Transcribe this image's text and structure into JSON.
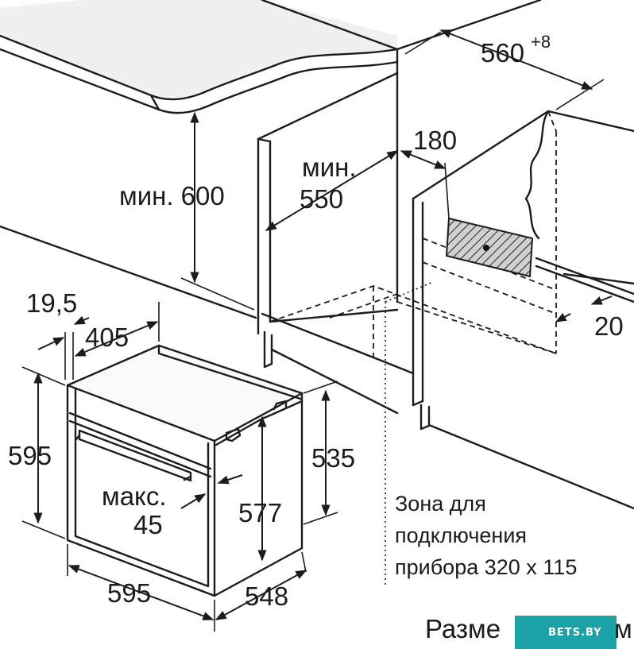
{
  "dimensions": {
    "niche_width": "560",
    "niche_width_tolerance": "+8",
    "min_height_label": "мин. 600",
    "min_depth_word": "мин.",
    "min_depth_value": "550",
    "vent_offset": "180",
    "side_gap": "20",
    "front_offset": "19,5",
    "door_open": "405",
    "oven_height": "595",
    "inner_height_front": "535",
    "inner_height_body": "577",
    "max_handle_word": "макс.",
    "max_handle_value": "45",
    "oven_width": "595",
    "oven_depth": "548"
  },
  "connection_zone": {
    "line1": "Зона для",
    "line2": "подключения",
    "line3": "прибора 320 x 115"
  },
  "caption": {
    "text_start": "Разме",
    "text_end": "м"
  },
  "watermark": {
    "text": "BETS.BY",
    "color": "#1aa2a6"
  }
}
